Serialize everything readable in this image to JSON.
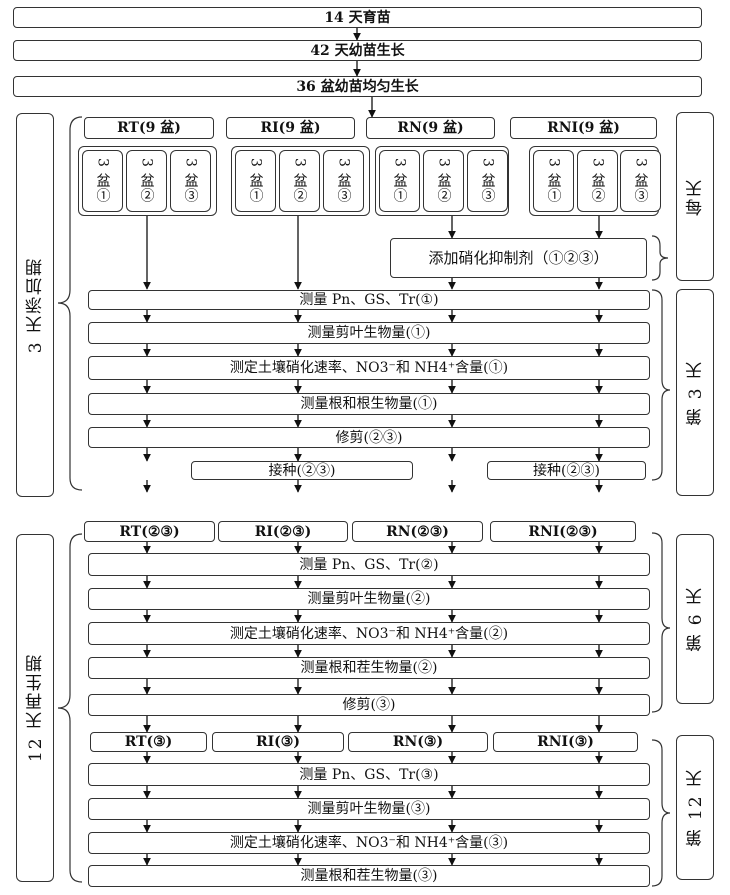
{
  "steps": {
    "s1": "14 天育苗",
    "s2": "42 天幼苗生长",
    "s3": "36 盆幼苗均匀生长"
  },
  "treatments": {
    "rt": "RT(9 盆)",
    "ri": "RI(9 盆)",
    "rn": "RN(9 盆)",
    "rni": "RNI(9 盆)"
  },
  "pots": [
    "3 盆①",
    "3 盆②",
    "3 盆③"
  ],
  "labels": {
    "phase1": "3 天添加期",
    "phase2": "12 天再生期",
    "daily": "每天",
    "day3": "第 3 天",
    "day6": "第 6 天",
    "day12": "第 12 天",
    "inhibitor": "添加硝化抑制剂（①②③）"
  },
  "block1": {
    "m1": "测量 Pn、GS、Tr(①)",
    "m2": "测量剪叶生物量(①)",
    "m3": "测定土壤硝化速率、NO3⁻和 NH4⁺含量(①)",
    "m4": "测量根和根生物量(①)",
    "m5": "修剪(②③)",
    "inoc_left": "接种(②③)",
    "inoc_right": "接种(②③)"
  },
  "block2": {
    "t": [
      "RT(②③)",
      "RI(②③)",
      "RN(②③)",
      "RNI(②③)"
    ],
    "m1": "测量 Pn、GS、Tr(②)",
    "m2": "测量剪叶生物量(②)",
    "m3": "测定土壤硝化速率、NO3⁻和 NH4⁺含量(②)",
    "m4": "测量根和茬生物量(②)",
    "m5": "修剪(③)"
  },
  "block3": {
    "t": [
      "RT(③)",
      "RI(③)",
      "RN(③)",
      "RNI(③)"
    ],
    "m1": "测量 Pn、GS、Tr(③)",
    "m2": "测量剪叶生物量(③)",
    "m3": "测定土壤硝化速率、NO3⁻和 NH4⁺含量(③)",
    "m4": "测量根和茬生物量(③)"
  }
}
